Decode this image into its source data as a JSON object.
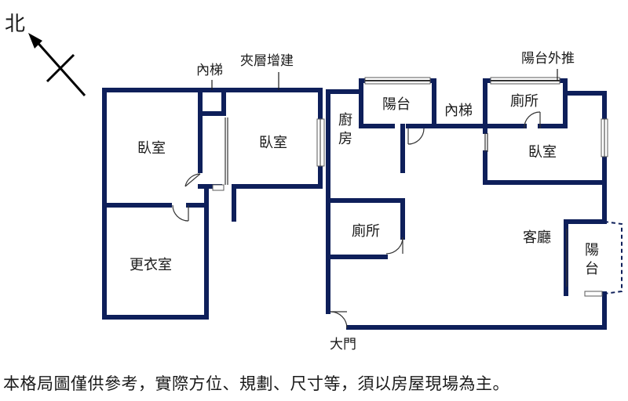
{
  "compass": {
    "north_label": "北"
  },
  "callouts": {
    "inner_stair_top": "內梯",
    "mezzanine_addition": "夾層增建",
    "balcony_push_out": "陽台外推",
    "main_door": "大門"
  },
  "rooms": {
    "bedroom_left": "臥室",
    "dressing_room": "更衣室",
    "bedroom_mid": "臥室",
    "kitchen": "廚房",
    "balcony_top": "陽台",
    "inner_stair": "內梯",
    "toilet_top": "廁所",
    "bedroom_right": "臥室",
    "toilet_center": "廁所",
    "living_room": "客廳",
    "balcony_right": "陽台"
  },
  "disclaimer": "本格局圖僅供參考，實際方位、規劃、尺寸等，須以房屋現場為主。",
  "colors": {
    "wall": "#0e1f5a",
    "window": "#5a5a5a",
    "text": "#1a1a1a",
    "background": "#ffffff"
  }
}
